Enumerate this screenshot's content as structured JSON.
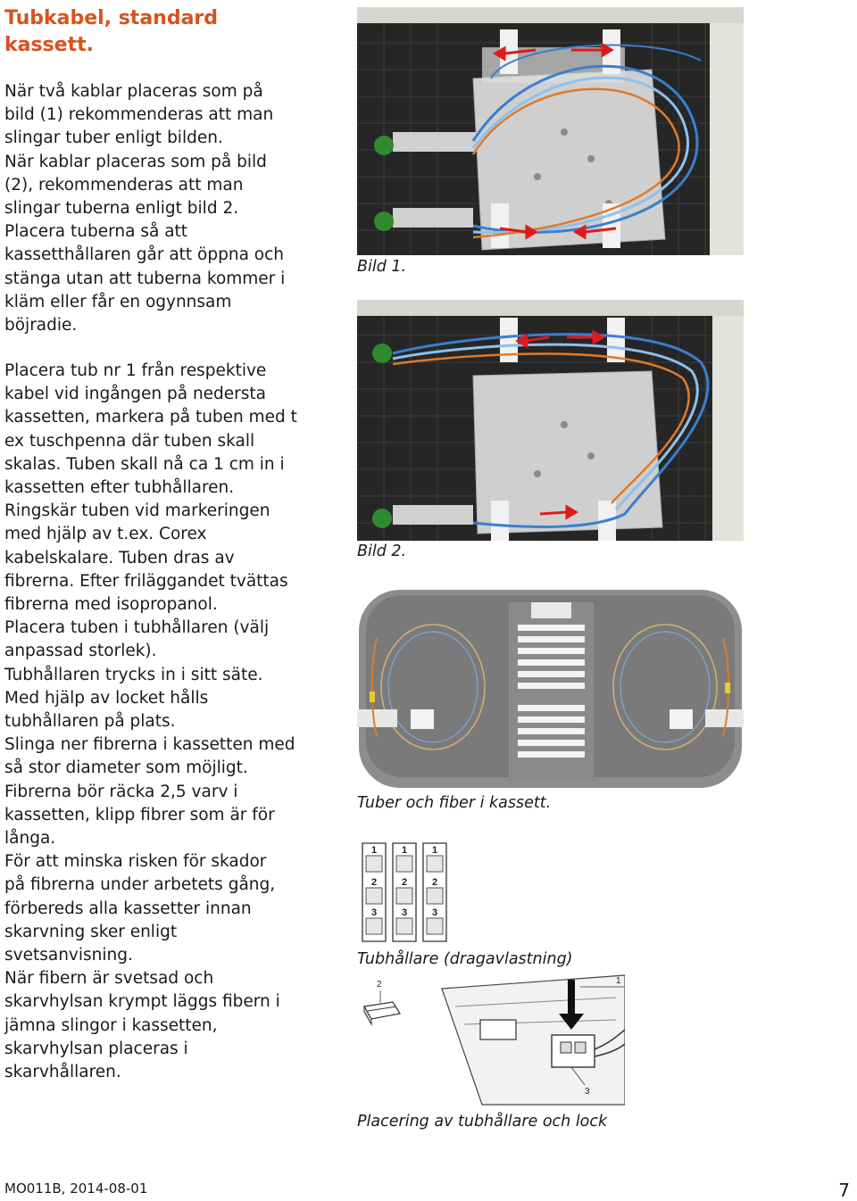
{
  "document": {
    "title_lines": [
      "Tubkabel, standard",
      "kassett."
    ],
    "paragraph1_lines": [
      "När två kablar placeras som på",
      "bild (1) rekommenderas att man",
      "slingar tuber enligt bilden.",
      "När kablar placeras som på bild",
      "(2), rekommenderas att man",
      "slingar tuberna enligt bild 2.",
      "Placera tuberna så att",
      "kassetthållaren går att öppna och",
      "stänga utan att tuberna kommer i",
      "kläm eller får en ogynnsam",
      "böjradie."
    ],
    "paragraph2_lines": [
      "Placera tub nr 1 från respektive",
      "kabel vid ingången på nedersta",
      "kassetten, markera på tuben med t",
      "ex tuschpenna där tuben skall",
      "skalas. Tuben skall nå ca 1 cm in i",
      "kassetten efter tubhållaren.",
      "Ringskär tuben vid markeringen",
      "med hjälp av t.ex. Corex",
      "kabelskalare. Tuben dras av",
      "fibrerna. Efter friläggandet tvättas",
      "fibrerna med isopropanol.",
      "Placera tuben i tubhållaren (välj",
      "anpassad storlek).",
      "Tubhållaren trycks in i sitt säte.",
      "Med hjälp av locket hålls",
      "tubhållaren på plats.",
      "Slinga ner fibrerna i kassetten med",
      "så stor diameter som möjligt.",
      "Fibrerna bör räcka 2,5 varv i",
      "kassetten, klipp fibrer som är för",
      "långa.",
      "För att minska risken för skador",
      "på fibrerna under arbetets gång,",
      "förbereds alla kassetter innan",
      "skarvning sker enligt",
      "svetsanvisning.",
      "När fibern är svetsad och",
      "skarvhylsan krympt läggs fibern i",
      "jämna slingor i kassetten,",
      "skarvhylsan placeras i",
      "skarvhållaren."
    ],
    "captions": {
      "bild1": "Bild 1.",
      "bild2": "Bild 2.",
      "tuber": "Tuber och fiber i kassett.",
      "tubhallare": "Tubhållare (dragavlastning)",
      "placering": "Placering av tubhållare och lock"
    },
    "figure_labels": {
      "holder_numbers": [
        "1",
        "1",
        "1",
        "2",
        "2",
        "2",
        "3",
        "3",
        "3"
      ],
      "diagram_callouts": [
        "1",
        "2",
        "3"
      ]
    },
    "footer": {
      "doc_id": "MO011B, 2014-08-01",
      "page_number": "7"
    },
    "colors": {
      "title": "#d9531e",
      "arrow_red": "#e01a1a",
      "tube_blue": "#3a7fd0",
      "tube_orange": "#e07a2a",
      "plate_grey": "#c9c9c9",
      "enclosure_dark": "#2a2a2a"
    }
  }
}
